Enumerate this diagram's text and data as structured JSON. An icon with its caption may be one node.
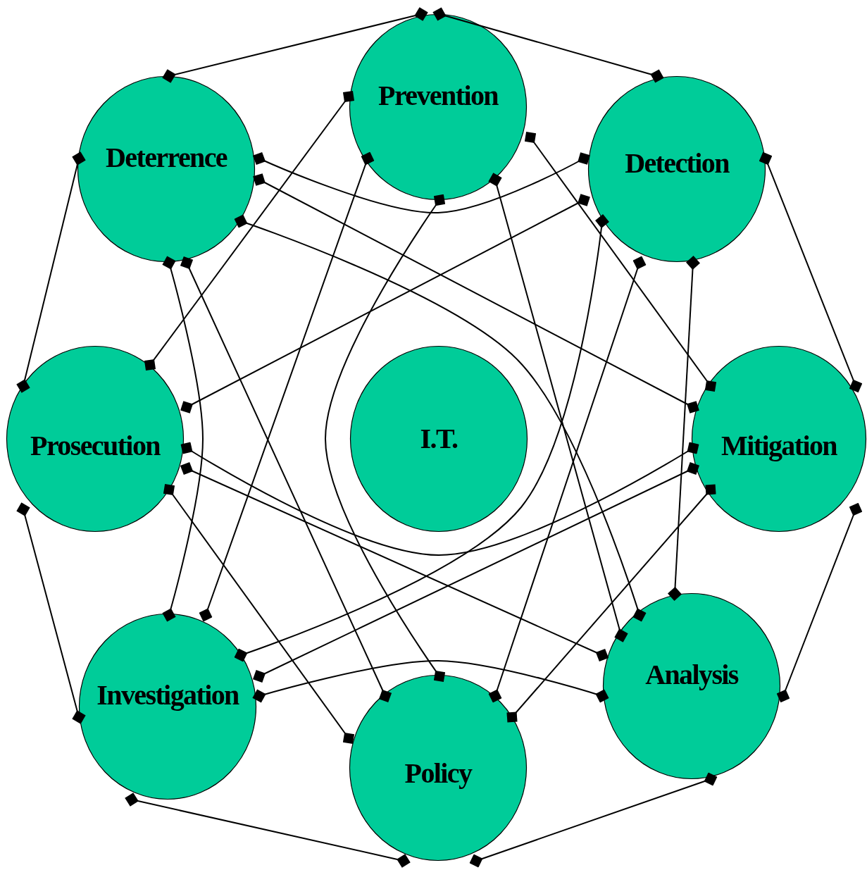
{
  "diagram": {
    "nodes": [
      {
        "text": [
          "Prevention"
        ]
      },
      {
        "text": [
          "Deterrence"
        ]
      },
      {
        "text": [
          "Detection"
        ]
      },
      {
        "text": [
          "Prosecution"
        ]
      },
      {
        "text": [
          "I.T."
        ]
      },
      {
        "text": [
          "Mitigation"
        ]
      },
      {
        "text": [
          "Investigation"
        ]
      },
      {
        "text": [
          "Policy"
        ]
      },
      {
        "text": [
          "Analysis"
        ]
      }
    ],
    "edges": [
      {
        "from": 1,
        "to": 0,
        "arrow": "other"
      },
      {
        "from": 0,
        "to": 2,
        "arrow": "other"
      },
      {
        "from": 2,
        "to": 5,
        "arrow": "other"
      },
      {
        "from": 5,
        "to": 8,
        "arrow": "other"
      },
      {
        "from": 8,
        "to": 7,
        "arrow": "other"
      },
      {
        "from": 7,
        "to": 6,
        "arrow": "other"
      },
      {
        "from": 6,
        "to": 3,
        "arrow": "other"
      },
      {
        "from": 3,
        "to": 1,
        "arrow": "other"
      },
      {
        "from": 1,
        "to": 2,
        "arrow": "other"
      },
      {
        "from": 0,
        "to": 5,
        "arrow": "other"
      },
      {
        "from": 2,
        "to": 8,
        "arrow": "other"
      },
      {
        "from": 5,
        "to": 7,
        "arrow": "other"
      },
      {
        "from": 8,
        "to": 6,
        "arrow": "other"
      },
      {
        "from": 7,
        "to": 3,
        "arrow": "other"
      },
      {
        "from": 6,
        "to": 1,
        "arrow": "other"
      },
      {
        "from": 3,
        "to": 0,
        "arrow": "other"
      },
      {
        "from": 1,
        "to": 5,
        "arrow": "other"
      },
      {
        "from": 0,
        "to": 8,
        "arrow": "other"
      },
      {
        "from": 2,
        "to": 7,
        "arrow": "other"
      },
      {
        "from": 5,
        "to": 6,
        "arrow": "other"
      },
      {
        "from": 8,
        "to": 3,
        "arrow": "other"
      },
      {
        "from": 7,
        "to": 1,
        "arrow": "other"
      },
      {
        "from": 6,
        "to": 0,
        "arrow": "other"
      },
      {
        "from": 3,
        "to": 2,
        "arrow": "other"
      },
      {
        "from": 0,
        "to": 7,
        "arrow": "other"
      },
      {
        "from": 1,
        "to": 8,
        "arrow": "other"
      },
      {
        "from": 2,
        "to": 6,
        "arrow": "other"
      },
      {
        "from": 3,
        "to": 5,
        "arrow": "other"
      }
    ]
  }
}
